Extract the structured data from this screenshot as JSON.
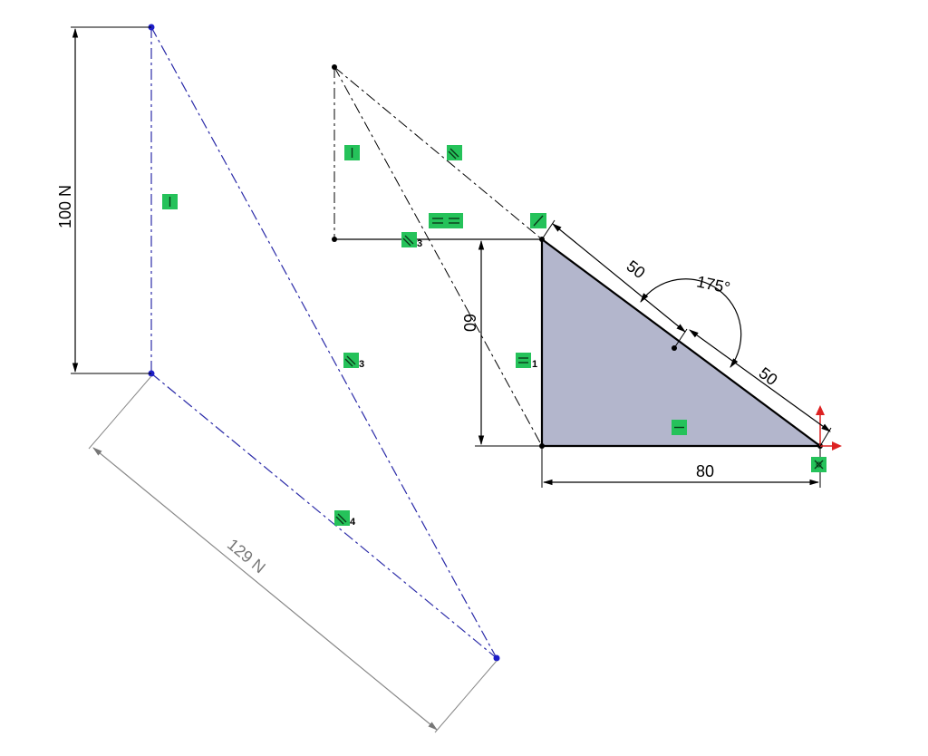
{
  "dimensions": {
    "force_vertical": "100 N",
    "force_inclined": "129 N",
    "vertical_leg": "60",
    "horizontal_leg": "80",
    "hyp_upper": "50",
    "hyp_lower": "50",
    "angle": "175°"
  },
  "relations": [
    {
      "name": "vertical",
      "icon": "vertical-relation-icon"
    },
    {
      "name": "parallel",
      "icon": "parallel-relation-icon"
    },
    {
      "name": "vertical",
      "icon": "vertical-relation-icon"
    },
    {
      "name": "equal",
      "icon": "equal-relation-icon"
    },
    {
      "name": "parallel",
      "icon": "parallel-relation-icon",
      "index": "3"
    },
    {
      "name": "parallel",
      "icon": "parallel-relation-icon",
      "index": "3"
    },
    {
      "name": "parallel",
      "icon": "parallel-relation-icon",
      "index": "4"
    },
    {
      "name": "collinear",
      "icon": "collinear-relation-icon"
    },
    {
      "name": "equal",
      "icon": "equal-relation-icon",
      "index": "1"
    },
    {
      "name": "horizontal",
      "icon": "horizontal-relation-icon"
    },
    {
      "name": "fixed",
      "icon": "fixed-relation-icon"
    }
  ],
  "colors": {
    "triangle_fill": "#b3b6cc",
    "construction_blue": "#2b2ba8",
    "relation_green": "#25c25a",
    "dimension_gray": "#777777"
  }
}
